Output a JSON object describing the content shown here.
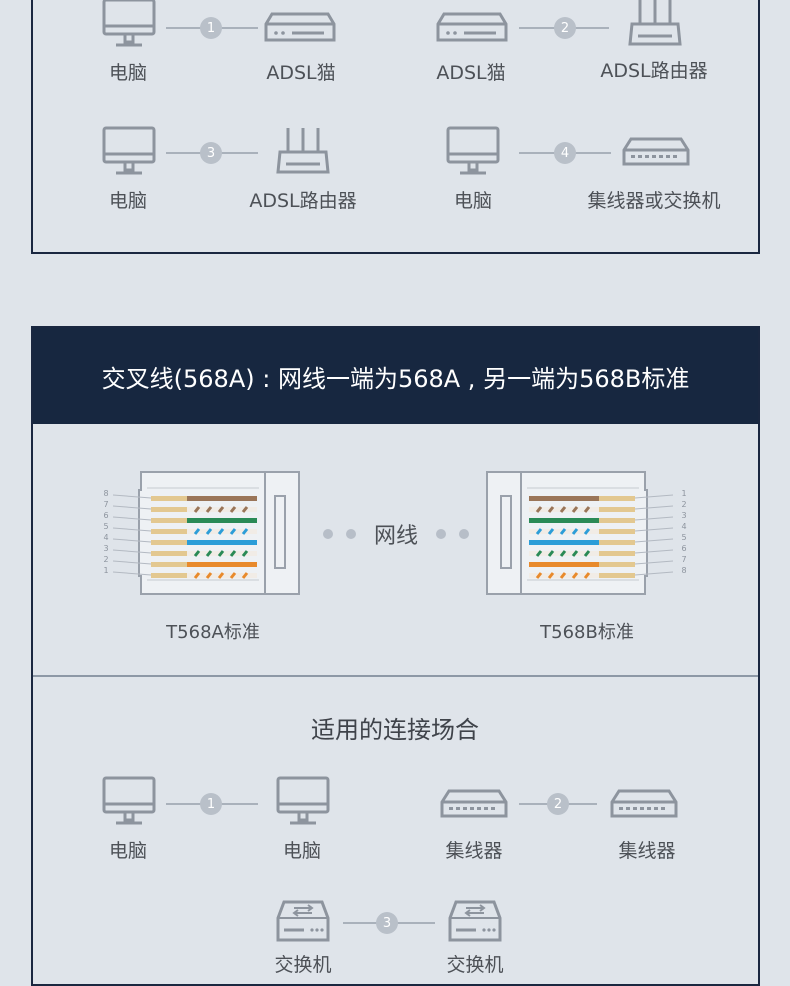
{
  "top_section": {
    "connections": [
      {
        "num": "1",
        "left_label": "电脑",
        "right_label": "ADSL猫"
      },
      {
        "num": "2",
        "left_label": "ADSL猫",
        "right_label": "ADSL路由器"
      },
      {
        "num": "3",
        "left_label": "电脑",
        "right_label": "ADSL路由器"
      },
      {
        "num": "4",
        "left_label": "电脑",
        "right_label": "集线器或交换机"
      }
    ]
  },
  "crossover": {
    "header": "交叉线(568A) : 网线一端为568A , 另一端为568B标准",
    "cable_label": "网线",
    "left_standard": "T568A标准",
    "right_standard": "T568B标准",
    "pin_numbers_left": [
      "8",
      "7",
      "6",
      "5",
      "4",
      "3",
      "2",
      "1"
    ],
    "pin_numbers_right": [
      "1",
      "2",
      "3",
      "4",
      "5",
      "6",
      "7",
      "8"
    ]
  },
  "bottom_section": {
    "title": "适用的连接场合",
    "connections": [
      {
        "num": "1",
        "left_label": "电脑",
        "right_label": "电脑"
      },
      {
        "num": "2",
        "left_label": "集线器",
        "right_label": "集线器"
      },
      {
        "num": "3",
        "left_label": "交换机",
        "right_label": "交换机"
      }
    ]
  },
  "colors": {
    "header_bg": "#172740",
    "page_bg": "#dfe4ea",
    "icon_stroke": "#8d949e",
    "badge": "#b9c0c9"
  },
  "icons": [
    "monitor-icon",
    "adsl-modem-icon",
    "router-icon",
    "hub-icon",
    "switch-icon",
    "rj45-connector-icon"
  ]
}
